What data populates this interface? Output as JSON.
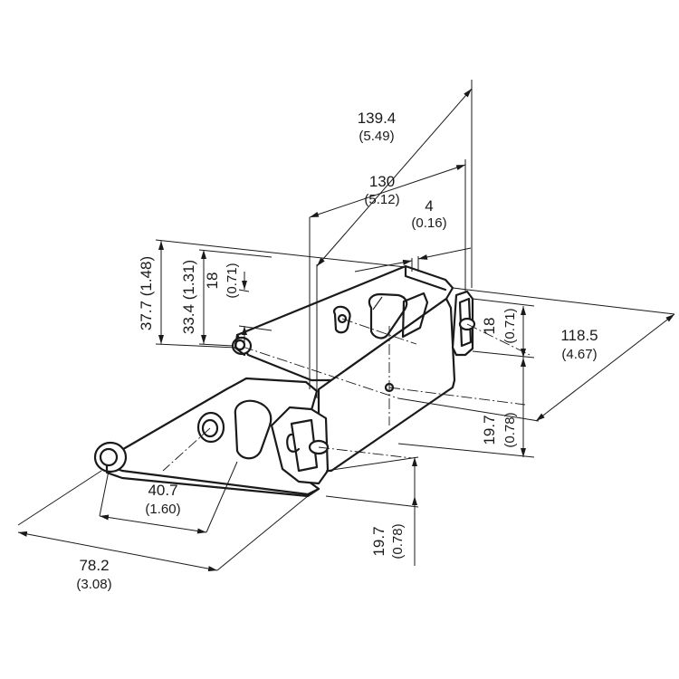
{
  "figure": "mounting bracket dimensional drawing",
  "dimensions": {
    "overall_length": {
      "mm": "139.4",
      "in": "(5.49)"
    },
    "hole_spacing_long": {
      "mm": "130",
      "in": "(5.12)"
    },
    "small_offset": {
      "mm": "4",
      "in": "(0.16)"
    },
    "height_total": {
      "mm": "37.7",
      "in": "(1.48)"
    },
    "height_mid": {
      "mm": "33.4",
      "in": "(1.31)"
    },
    "height_top": {
      "mm": "18",
      "in": "(0.71)"
    },
    "right_height": {
      "mm": "18",
      "in": "(0.71)"
    },
    "depth": {
      "mm": "118.5",
      "in": "(4.67)"
    },
    "right_offset": {
      "mm": "19.7",
      "in": "(0.78)"
    },
    "bottom_offset": {
      "mm": "19.7",
      "in": "(0.78)"
    },
    "hole_spacing_short": {
      "mm": "40.7",
      "in": "(1.60)"
    },
    "base_width": {
      "mm": "78.2",
      "in": "(3.08)"
    }
  }
}
